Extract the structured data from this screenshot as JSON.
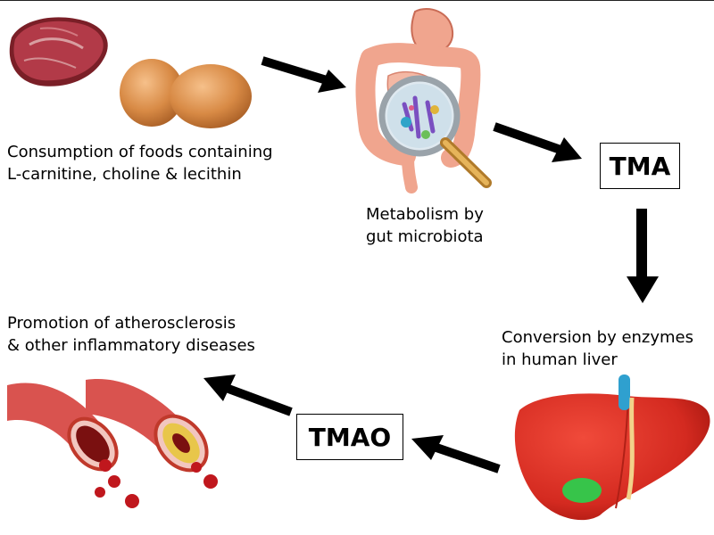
{
  "food": {
    "caption_line1": "Consumption of foods containing",
    "caption_line2": "L-carnitine, choline & lecithin"
  },
  "gut": {
    "caption_line1": "Metabolism by",
    "caption_line2": "gut microbiota"
  },
  "tma": {
    "label": "TMA"
  },
  "liver": {
    "caption_line1": "Conversion by enzymes",
    "caption_line2": "in human liver"
  },
  "tmao": {
    "label": "TMAO"
  },
  "disease": {
    "caption_line1": "Promotion of atherosclerosis",
    "caption_line2": "& other inflammatory diseases"
  }
}
